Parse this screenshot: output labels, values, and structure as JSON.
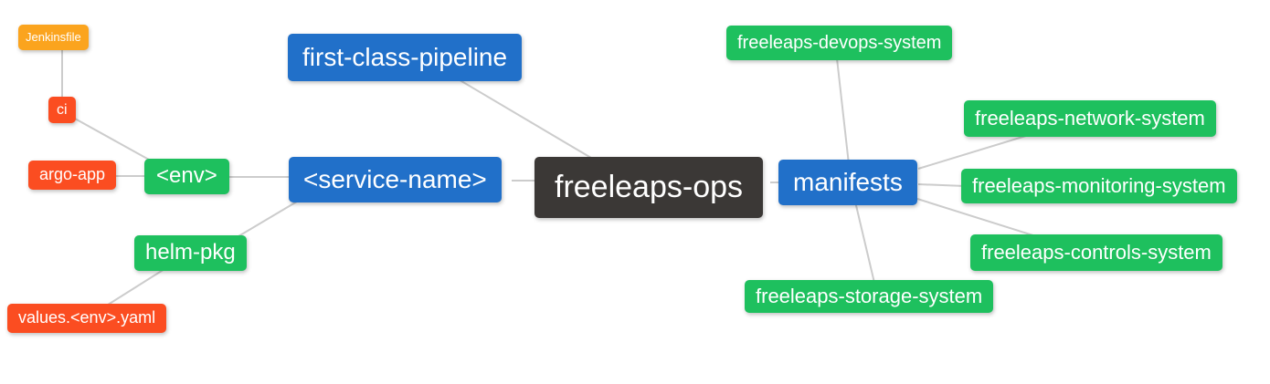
{
  "diagram": {
    "type": "mindmap",
    "root_label": "freeleaps-ops"
  },
  "palette": {
    "branch_blue": "#2170c9",
    "leaf_green": "#1ec05e",
    "leaf_red": "#fb4d21",
    "leaf_orange": "#fba41e",
    "root_dark": "#3b3836",
    "edge_gray": "#cccccc",
    "node_text": "#ffffff",
    "background": "#ffffff"
  },
  "nodes": {
    "root": {
      "label": "freeleaps-ops"
    },
    "pipeline": {
      "label": "first-class-pipeline"
    },
    "service_name": {
      "label": "<service-name>"
    },
    "env": {
      "label": "<env>"
    },
    "ci": {
      "label": "ci"
    },
    "jenkinsfile": {
      "label": "Jenkinsfile"
    },
    "argo_app": {
      "label": "argo-app"
    },
    "helm_pkg": {
      "label": "helm-pkg"
    },
    "values_yaml": {
      "label": "values.<env>.yaml"
    },
    "manifests": {
      "label": "manifests"
    },
    "devops": {
      "label": "freeleaps-devops-system"
    },
    "network": {
      "label": "freeleaps-network-system"
    },
    "monitoring": {
      "label": "freeleaps-monitoring-system"
    },
    "controls": {
      "label": "freeleaps-controls-system"
    },
    "storage": {
      "label": "freeleaps-storage-system"
    }
  },
  "edges": [
    {
      "from": "jenkinsfile",
      "to": "ci"
    },
    {
      "from": "ci",
      "to": "env"
    },
    {
      "from": "argo_app",
      "to": "env"
    },
    {
      "from": "env",
      "to": "service_name"
    },
    {
      "from": "helm_pkg",
      "to": "service_name"
    },
    {
      "from": "values_yaml",
      "to": "helm_pkg"
    },
    {
      "from": "pipeline",
      "to": "root"
    },
    {
      "from": "service_name",
      "to": "root"
    },
    {
      "from": "root",
      "to": "manifests"
    },
    {
      "from": "manifests",
      "to": "devops"
    },
    {
      "from": "manifests",
      "to": "network"
    },
    {
      "from": "manifests",
      "to": "monitoring"
    },
    {
      "from": "manifests",
      "to": "controls"
    },
    {
      "from": "manifests",
      "to": "storage"
    }
  ]
}
